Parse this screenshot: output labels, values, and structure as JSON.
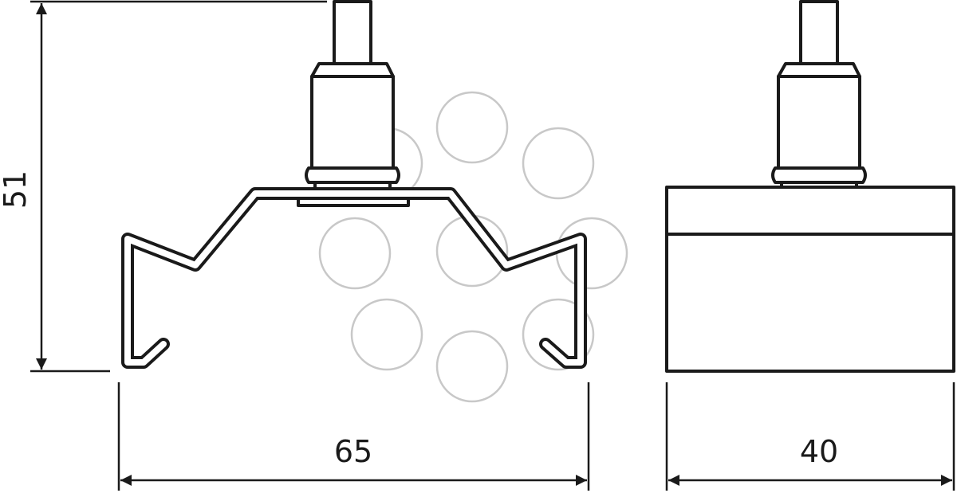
{
  "dimensions": {
    "height": "51",
    "width_front": "65",
    "width_side": "40"
  },
  "colors": {
    "line": "#1a1a1a",
    "watermark": "#c8c8c8",
    "background": "#ffffff"
  }
}
